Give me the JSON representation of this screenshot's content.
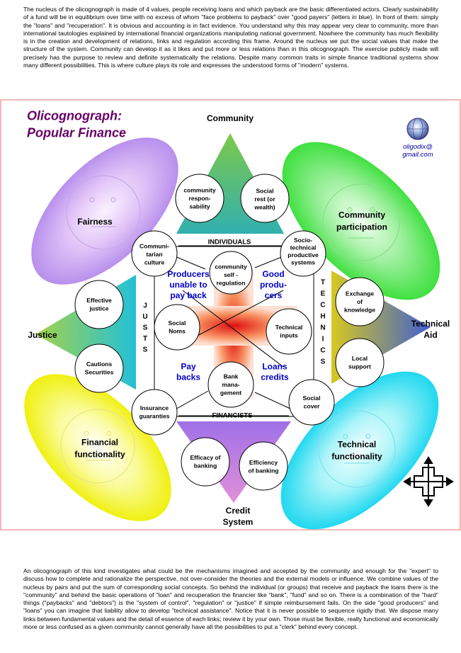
{
  "intro_text": "The nucleus of the olicognograph is made of 4 values, people receiving loans and which payback are the basic differentiated actors. Clearly sustainability of a fund will be in equilibrium over time with no excess of whom \"face problems to payback\" over \"good payers\" (letters in blue). In front of them: simply the \"loans\" and \"recuperation\". It is obvious and accounting is in fact evidence. You understand why this may appear very clear to community, more than international tautologies explained by international financial organizations manipulating national government. Nowhere the community has much flexibility is in the creation and development of relations, links and regulation according this frame. Around the nucleus we put the social values that make the structure of the system. Community can develop it as it likes and put more or less relations than in this olicognograph. The exercise publicly made will precisely has the purpose to review and definite systematically the relations. Despite many common traits in simple finance traditional systems show many different possibilities. This is where culture plays its role and expresses the understood forms of \"modern\" systems.",
  "outro_text": "An olicognograph of this kind investigates what could be the mechanisms imagined and accepted by the community and enough for the \"expert\" to discuss how to complete and rationalize the perspective, not over-consider the theories and the external models or influence. We combine values of the nucleus by pairs and put the sum of corresponding social concepts. So behind the individual (or groups) that receive and payback the loans there is the \"community\" and behind the basic operations of \"loan\" and recuperation the financier like \"bank\", \"fund\" and so on. There is a combination of the \"hard\" things (\"paybacks\" and \"debtors\") is the \"system of control\", \"regulation\" or \"justice\" if simple reimbursement fails. On the side \"good producers\" and \"loans\" you can imagine that liability allow to develop \"technical assistance\". Notice that it is never possible to sequence rigidly that. We dispose many links between fundamental values and the detail of essence of each links; review it by your own. Those must be flexible, really functional and economically more or less confused as a given community cannot generally have all the possibilities to put a \"clerk\" behind every concept.",
  "title": [
    "Olicognograph:",
    "Popular Finance"
  ],
  "email": [
    "oligodix@",
    "gmail.com"
  ],
  "labels": {
    "community": "Community",
    "justice": "Justice",
    "technical_aid": [
      "Technical",
      "Aid"
    ],
    "credit_system": [
      "Credit",
      "System"
    ],
    "individuals": "INDIVIDUALS",
    "financists": "FINANCISTS",
    "justs": [
      "J",
      "U",
      "S",
      "T",
      "S"
    ],
    "technics": [
      "T",
      "E",
      "C",
      "H",
      "N",
      "I",
      "C",
      "S"
    ]
  },
  "ellipses": {
    "fairness": [
      "Fairness"
    ],
    "community_participation": [
      "Community",
      "participation"
    ],
    "financial_functionality": [
      "Financial",
      "functionality"
    ],
    "technical_functionality": [
      "Technical",
      "functionality"
    ]
  },
  "circles": {
    "community_responsability": [
      "community",
      "respon-",
      "sability"
    ],
    "social_rest": [
      "Social",
      "rest (or",
      "wealth)"
    ],
    "communitarian_culture": [
      "Communi-",
      "tarian",
      "culture"
    ],
    "socio_technical": [
      "Socio-",
      "technical",
      "productive",
      "systems"
    ],
    "community_self_regulation": [
      "community",
      "self -",
      "regulation"
    ],
    "effective_justice": [
      "Effective",
      "justice"
    ],
    "exchange_knowledge": [
      "Exchange",
      "of",
      "knowledge"
    ],
    "social_noms": [
      "Social",
      "Noms"
    ],
    "technical_inputs": [
      "Technical",
      "inputs"
    ],
    "cautions_securities": [
      "Cautions",
      "Securities"
    ],
    "local_support": [
      "Local",
      "support"
    ],
    "bank_management": [
      "Bank",
      "mana-",
      "gement"
    ],
    "insurance_guaranties": [
      "Insurance",
      "guaranties"
    ],
    "social_cover": [
      "Social",
      "cover"
    ],
    "efficacy_banking": [
      "Efficacy of",
      "banking"
    ],
    "efficiency_banking": [
      "Efficiency",
      "of banking"
    ]
  },
  "nucleus": {
    "producers_unable": [
      "Producers",
      "unable to",
      "pay back"
    ],
    "good_producers": [
      "Good",
      "produ-",
      "cers"
    ],
    "paybacks": [
      "Pay",
      "backs"
    ],
    "loans_credits": [
      "Loans",
      "credits"
    ]
  },
  "colors": {
    "blue_text": "#0000c8",
    "title": "#660066",
    "email": "#0000a0",
    "frame": "#f4b8b8"
  },
  "icons": [
    "globe-logo-icon",
    "cross-arrows-icon"
  ]
}
